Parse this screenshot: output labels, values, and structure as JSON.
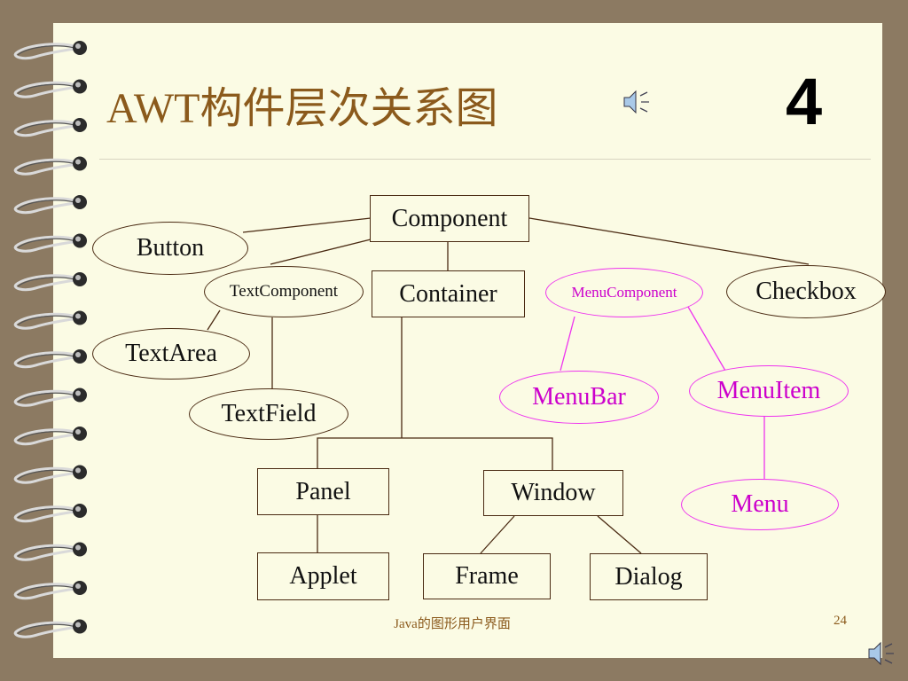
{
  "slide": {
    "title": "AWT构件层次关系图",
    "number": "4",
    "footer_text": "Java的图形用户界面",
    "footer_page": "24"
  },
  "colors": {
    "background": "#8c7a62",
    "paper": "#fbfbe4",
    "title": "#8b5a1c",
    "node_border": "#4a2a12",
    "menu_accent": "#cc00cc"
  },
  "diagram": {
    "nodes": {
      "component": "Component",
      "button": "Button",
      "text_component": "TextComponent",
      "container": "Container",
      "menu_component": "MenuComponent",
      "checkbox": "Checkbox",
      "text_area": "TextArea",
      "text_field": "TextField",
      "menu_bar": "MenuBar",
      "menu_item": "MenuItem",
      "panel": "Panel",
      "window": "Window",
      "menu": "Menu",
      "applet": "Applet",
      "frame": "Frame",
      "dialog": "Dialog"
    },
    "edges": [
      [
        "component",
        "button"
      ],
      [
        "component",
        "text_component"
      ],
      [
        "component",
        "container"
      ],
      [
        "component",
        "checkbox"
      ],
      [
        "text_component",
        "text_area"
      ],
      [
        "text_component",
        "text_field"
      ],
      [
        "container",
        "panel"
      ],
      [
        "container",
        "window"
      ],
      [
        "panel",
        "applet"
      ],
      [
        "window",
        "frame"
      ],
      [
        "window",
        "dialog"
      ],
      [
        "menu_component",
        "menu_bar"
      ],
      [
        "menu_component",
        "menu_item"
      ],
      [
        "menu_item",
        "menu"
      ]
    ]
  },
  "icons": [
    "spiral-binding-icon",
    "speaker-icon"
  ]
}
